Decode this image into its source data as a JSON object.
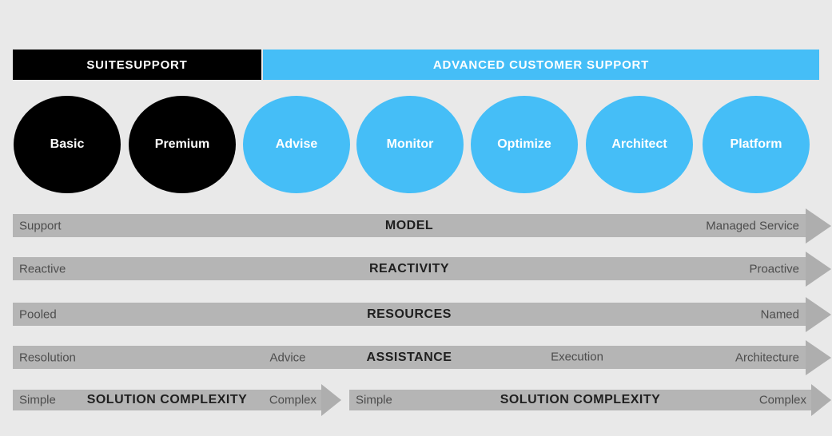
{
  "header": {
    "left_label": "SUITESUPPORT",
    "right_label": "ADVANCED CUSTOMER SUPPORT"
  },
  "circles": [
    {
      "label": "Basic",
      "variant": "black"
    },
    {
      "label": "Premium",
      "variant": "black"
    },
    {
      "label": "Advise",
      "variant": "blue"
    },
    {
      "label": "Monitor",
      "variant": "blue"
    },
    {
      "label": "Optimize",
      "variant": "blue"
    },
    {
      "label": "Architect",
      "variant": "blue"
    },
    {
      "label": "Platform",
      "variant": "blue"
    }
  ],
  "rows": [
    {
      "left": "Support",
      "center": "MODEL",
      "right": "Managed Service"
    },
    {
      "left": "Reactive",
      "center": "REACTIVITY",
      "right": "Proactive"
    },
    {
      "left": "Pooled",
      "center": "RESOURCES",
      "right": "Named"
    },
    {
      "left": "Resolution",
      "mid1": "Advice",
      "center": "ASSISTANCE",
      "mid2": "Execution",
      "right": "Architecture"
    }
  ],
  "bottom": {
    "left_arrow": {
      "left": "Simple",
      "center": "SOLUTION COMPLEXITY",
      "right": "Complex"
    },
    "right_arrow": {
      "left": "Simple",
      "center": "SOLUTION COMPLEXITY",
      "right": "Complex"
    }
  },
  "colors": {
    "background": "#e9e9e9",
    "black": "#000000",
    "blue": "#45bef7",
    "bar_gray": "#b5b5b5",
    "arrowhead_gray": "#aeaeae",
    "side_text": "#4d4d4d",
    "center_text": "#1f1f1f",
    "header_text": "#ffffff"
  }
}
